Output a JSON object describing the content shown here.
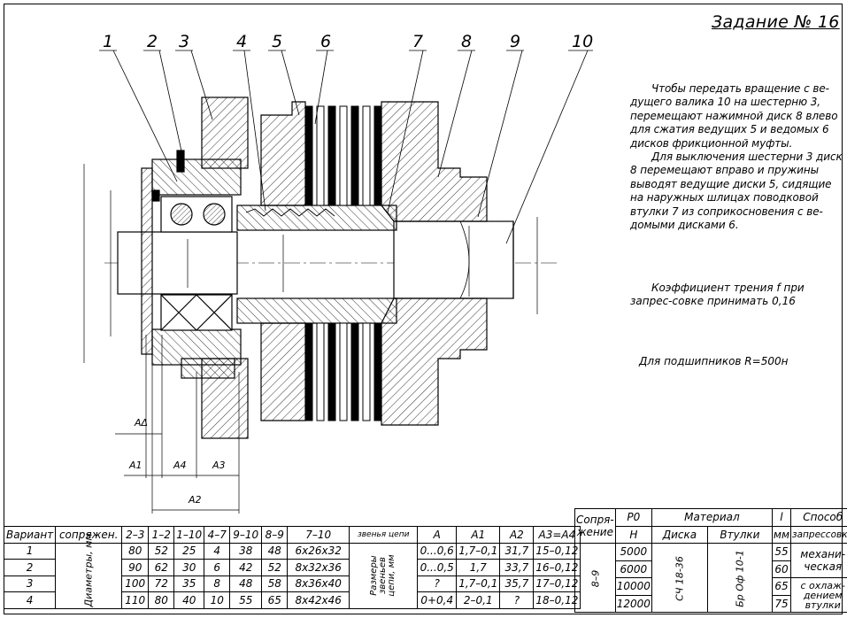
{
  "title": "Задание № 16",
  "callouts": [
    "1",
    "2",
    "3",
    "4",
    "5",
    "6",
    "7",
    "8",
    "9",
    "10"
  ],
  "description": [
    "Чтобы передать вращение с ве-дущего валика 10 на шестерню 3, перемещают нажимной диск 8 влево для сжатия ведущих 5 и ведомых 6 дисков фрикционной муфты.",
    "Для выключения шестерни 3 диск 8 перемещают вправо и пружины выводят ведущие диски 5, сидящие на наружных шлицах поводковой втулки 7 из соприкосновения с ве-домыми дисками 6."
  ],
  "friction_note": "Коэффициент трения f при запрес-совке принимать 0,16",
  "bearing_note": "Для подшипников R=500н",
  "dimension_labels": {
    "a_delta": "AΔ",
    "a1": "A1",
    "a4": "A4",
    "a3": "A3",
    "a2": "A2"
  },
  "variants_table": {
    "headers": [
      "Вариант",
      "сопряжен.",
      "2–3",
      "1–2",
      "1–10",
      "4–7",
      "9–10",
      "8–9",
      "7–10",
      "звенья цепи",
      "A",
      "A1",
      "A2",
      "A3=A4"
    ],
    "merged_diameter_label": "Диаметры, мм",
    "merged_chain_label": "Размеры звеньев цепи, мм",
    "rows": [
      {
        "variant": "1",
        "v23": "80",
        "v12": "52",
        "v110": "25",
        "v47": "4",
        "v910": "38",
        "v89": "48",
        "v710": "6x26x32",
        "a": "0...0,6",
        "a1": "1,7–0,1",
        "a2": "31,7",
        "a34": "15–0,12"
      },
      {
        "variant": "2",
        "v23": "90",
        "v12": "62",
        "v110": "30",
        "v47": "6",
        "v910": "42",
        "v89": "52",
        "v710": "8x32x36",
        "a": "0...0,5",
        "a1": "1,7",
        "a2": "33,7",
        "a34": "16–0,12"
      },
      {
        "variant": "3",
        "v23": "100",
        "v12": "72",
        "v110": "35",
        "v47": "8",
        "v910": "48",
        "v89": "58",
        "v710": "8x36x40",
        "a": "?",
        "a1": "1,7–0,1",
        "a2": "35,7",
        "a34": "17–0,12"
      },
      {
        "variant": "4",
        "v23": "110",
        "v12": "80",
        "v110": "40",
        "v47": "10",
        "v910": "55",
        "v89": "65",
        "v710": "8x42x46",
        "a": "0+0,4",
        "a1": "2–0,1",
        "a2": "?",
        "a34": "18–0,12"
      }
    ]
  },
  "material_table": {
    "h_mating": "Сопря-жение",
    "h_p0": "P0",
    "h_p0_unit": "H",
    "h_material": "Материал",
    "h_disk": "Диска",
    "h_bush": "Втулки",
    "h_l": "l",
    "h_l_unit": "мм",
    "h_method": "Способ",
    "h_method2": "запрессовки",
    "mating": "8–9",
    "disk": "СЧ 18-36",
    "bush": "Бр Оф 10-1",
    "p0": [
      "5000",
      "6000",
      "10000",
      "12000"
    ],
    "l": [
      "55",
      "60",
      "65",
      "75"
    ],
    "method1": "механи-ческая",
    "method2": "с охлаж-дением втулки"
  }
}
